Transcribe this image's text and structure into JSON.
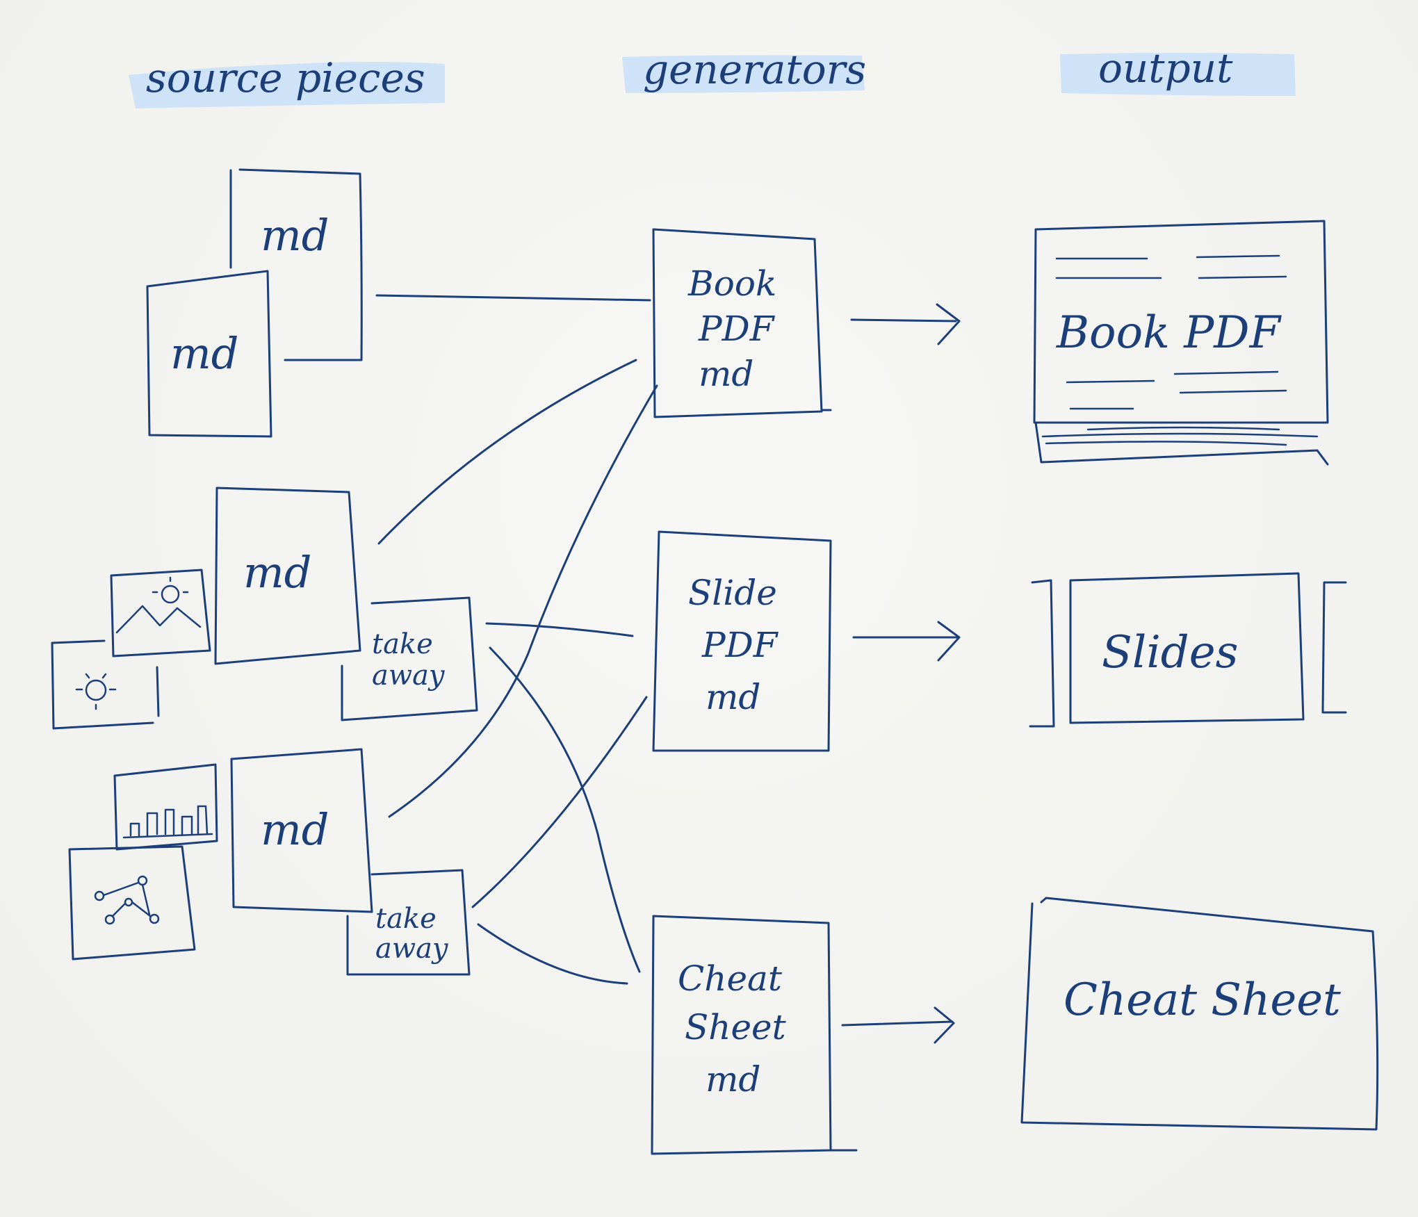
{
  "headers": {
    "source": "source pieces",
    "generators": "generators",
    "output": "output"
  },
  "source_pieces": {
    "group1": {
      "doc_back": "md",
      "doc_front": "md"
    },
    "group2": {
      "doc": "md",
      "takeaway_line1": "take",
      "takeaway_line2": "away",
      "image_icons": [
        "mountain-sun-icon",
        "sun-icon"
      ]
    },
    "group3": {
      "doc": "md",
      "takeaway_line1": "take",
      "takeaway_line2": "away",
      "image_icons": [
        "bar-chart-icon",
        "graph-nodes-icon"
      ]
    }
  },
  "generators": [
    {
      "line1": "Book",
      "line2": "PDF",
      "line3": "md"
    },
    {
      "line1": "Slide",
      "line2": "PDF",
      "line3": "md"
    },
    {
      "line1": "Cheat",
      "line2": "Sheet",
      "line3": "md"
    }
  ],
  "outputs": [
    {
      "label": "Book PDF",
      "icon": "open-book-icon"
    },
    {
      "label": "Slides",
      "icon": "slide-deck-icon"
    },
    {
      "label": "Cheat Sheet",
      "icon": "sheet-icon"
    }
  ],
  "colors": {
    "ink": "#1c3f7a",
    "highlight": "#cfe3f8",
    "paper": "#f3f3f1"
  }
}
